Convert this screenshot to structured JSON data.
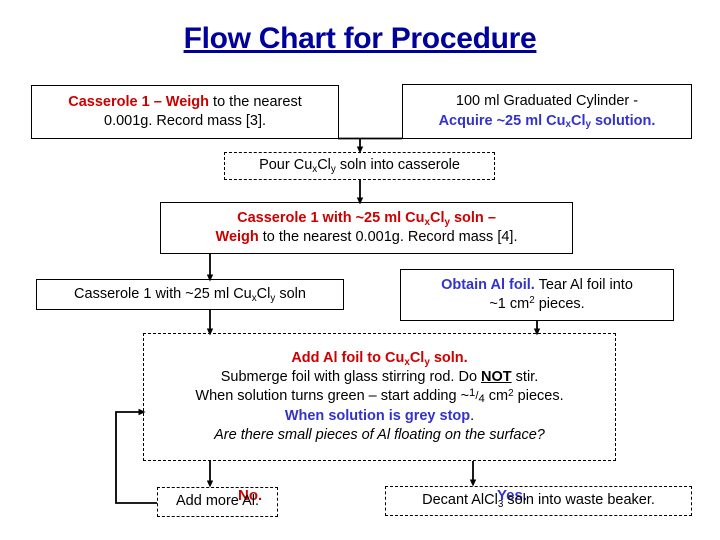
{
  "title": "Flow Chart for Procedure",
  "colors": {
    "title": "#00009B",
    "emphasis_red": "#CC0000",
    "emphasis_blue": "#3333CC",
    "text": "#000000",
    "border": "#000000",
    "background": "#FFFFFF"
  },
  "nodes": {
    "casserole_weigh": {
      "name": "casserole-1-weigh-box",
      "border": "solid",
      "lines": [
        {
          "segments": [
            {
              "text": "Casserole 1 – Weigh",
              "style": "red"
            },
            {
              "text": " to the nearest",
              "style": "plain"
            }
          ]
        },
        {
          "segments": [
            {
              "text": "0.001g.  Record mass [3].",
              "style": "plain"
            }
          ]
        }
      ],
      "plain_text": "Casserole 1 – Weigh to the nearest 0.001g.  Record mass [3]."
    },
    "graduated_cylinder": {
      "name": "graduated-cylinder-box",
      "border": "solid",
      "lines": [
        {
          "segments": [
            {
              "text": "100 ml Graduated Cylinder  -",
              "style": "plain"
            }
          ]
        },
        {
          "segments": [
            {
              "text": "Acquire ~25 ml Cu",
              "style": "blue"
            },
            {
              "text": "x",
              "style": "blue-sub"
            },
            {
              "text": "Cl",
              "style": "blue"
            },
            {
              "text": "y",
              "style": "blue-sub"
            },
            {
              "text": " solution",
              "style": "blue"
            },
            {
              "text": ".",
              "style": "blue"
            }
          ]
        }
      ],
      "plain_text": "100 ml Graduated Cylinder - Acquire ~25 ml CuxCly solution."
    },
    "pour_soln": {
      "name": "pour-solution-box",
      "border": "dashed",
      "lines": [
        {
          "segments": [
            {
              "text": "Pour Cu",
              "style": "plain"
            },
            {
              "text": "x",
              "style": "sub"
            },
            {
              "text": "Cl",
              "style": "plain"
            },
            {
              "text": "y",
              "style": "sub"
            },
            {
              "text": " soln into casserole",
              "style": "plain"
            }
          ]
        }
      ],
      "plain_text": "Pour CuxCly soln into casserole"
    },
    "casserole_with_soln_weigh": {
      "name": "casserole-with-soln-weigh-box",
      "border": "solid",
      "lines": [
        {
          "segments": [
            {
              "text": "Casserole 1 with ~25 ml Cu",
              "style": "red"
            },
            {
              "text": "x",
              "style": "red-sub"
            },
            {
              "text": "Cl",
              "style": "red"
            },
            {
              "text": "y",
              "style": "red-sub"
            },
            {
              "text": " soln –",
              "style": "red"
            }
          ]
        },
        {
          "segments": [
            {
              "text": "Weigh",
              "style": "red"
            },
            {
              "text": " to the nearest 0.001g.  Record mass [4].",
              "style": "plain"
            }
          ]
        }
      ],
      "plain_text": "Casserole 1 with ~25 ml CuxCly soln – Weigh to the nearest 0.001g.  Record mass [4]."
    },
    "casserole_with_soln": {
      "name": "casserole-with-soln-box",
      "border": "solid",
      "lines": [
        {
          "segments": [
            {
              "text": "Casserole 1 with ~25 ml Cu",
              "style": "plain"
            },
            {
              "text": "x",
              "style": "sub"
            },
            {
              "text": "Cl",
              "style": "plain"
            },
            {
              "text": "y",
              "style": "sub"
            },
            {
              "text": " soln",
              "style": "plain"
            }
          ]
        }
      ],
      "plain_text": "Casserole 1 with ~25 ml CuxCly soln"
    },
    "obtain_al_foil": {
      "name": "obtain-al-foil-box",
      "border": "solid",
      "lines": [
        {
          "segments": [
            {
              "text": "Obtain Al foil.",
              "style": "blue"
            },
            {
              "text": "  Tear Al foil into",
              "style": "plain"
            }
          ]
        },
        {
          "segments": [
            {
              "text": "~1 cm",
              "style": "plain"
            },
            {
              "text": "2",
              "style": "sup"
            },
            {
              "text": " pieces.",
              "style": "plain"
            }
          ]
        }
      ],
      "plain_text": "Obtain Al foil.  Tear Al foil into ~1 cm2 pieces."
    },
    "add_al_foil": {
      "name": "add-al-foil-box",
      "border": "dashed",
      "lines": [
        {
          "segments": [
            {
              "text": "Add Al foil to Cu",
              "style": "red"
            },
            {
              "text": "x",
              "style": "red-sub"
            },
            {
              "text": "Cl",
              "style": "red"
            },
            {
              "text": "y",
              "style": "red-sub"
            },
            {
              "text": " soln.",
              "style": "red"
            }
          ]
        },
        {
          "segments": [
            {
              "text": "Submerge foil with glass stirring rod.  Do ",
              "style": "plain"
            },
            {
              "text": "NOT",
              "style": "bold-underline"
            },
            {
              "text": " stir.",
              "style": "plain"
            }
          ]
        },
        {
          "segments": [
            {
              "text": "When solution turns green – start adding ~",
              "style": "plain"
            },
            {
              "text": "1/4",
              "style": "fraction"
            },
            {
              "text": " cm",
              "style": "plain"
            },
            {
              "text": "2",
              "style": "sup"
            },
            {
              "text": " pieces.",
              "style": "plain"
            }
          ]
        },
        {
          "segments": [
            {
              "text": "When solution is grey stop",
              "style": "blue"
            },
            {
              "text": ".",
              "style": "plain"
            }
          ]
        },
        {
          "segments": [
            {
              "text": "Are there small pieces of Al floating on the surface?",
              "style": "italic"
            }
          ]
        }
      ],
      "plain_text": "Add Al foil to CuxCly soln. Submerge foil with glass stirring rod. Do NOT stir. When solution turns green – start adding ~1/4 cm2 pieces. When solution is grey stop. Are there small pieces of Al floating on the surface?"
    },
    "add_more_al": {
      "name": "add-more-al-box",
      "border": "dashed",
      "lines": [
        {
          "segments": [
            {
              "text": "Add more Al.",
              "style": "plain"
            }
          ]
        }
      ],
      "plain_text": "Add more Al."
    },
    "decant_alcl3": {
      "name": "decant-alcl3-box",
      "border": "dashed",
      "lines": [
        {
          "segments": [
            {
              "text": "Decant AlCl",
              "style": "plain"
            },
            {
              "text": "3",
              "style": "sub"
            },
            {
              "text": " soln into waste beaker.",
              "style": "plain"
            }
          ]
        }
      ],
      "plain_text": "Decant AlCl3 soln into waste beaker."
    }
  },
  "edge_labels": {
    "no": "No.",
    "yes": "Yes."
  }
}
